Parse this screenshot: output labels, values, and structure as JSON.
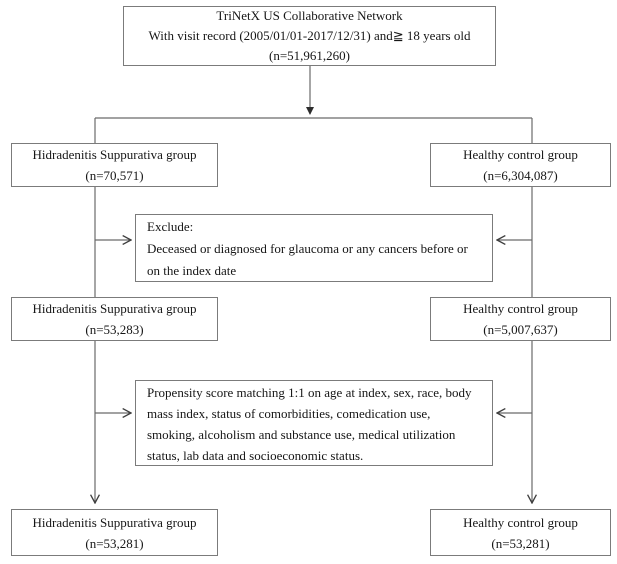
{
  "colors": {
    "box_border": "#7b7b7b",
    "connector_line": "#6a6a6a",
    "arrowhead": "#2d2d2d",
    "text": "#161616",
    "background": "#ffffff"
  },
  "flowchart": {
    "source": {
      "line1": "TriNetX US Collaborative Network",
      "line2": "With visit record (2005/01/01-2017/12/31) and≧ 18 years old",
      "line3": "(n=51,961,260)"
    },
    "hs_all": {
      "title": "Hidradenitis Suppurativa group",
      "count": "(n=70,571)"
    },
    "hc_all": {
      "title": "Healthy control group",
      "count": "(n=6,304,087)"
    },
    "exclusion": {
      "line1": "Exclude:",
      "line2": "Deceased or diagnosed for glaucoma or any cancers before or",
      "line3": "on the index date"
    },
    "hs_eligible": {
      "title": "Hidradenitis Suppurativa group",
      "count": "(n=53,283)"
    },
    "hc_eligible": {
      "title": "Healthy control group",
      "count": "(n=5,007,637)"
    },
    "matching": {
      "line1": "Propensity score matching 1:1 on age at index, sex, race, body",
      "line2": "mass index, status of comorbidities, comedication use,",
      "line3": "smoking, alcoholism and substance use, medical utilization",
      "line4": "status, lab data and socioeconomic status."
    },
    "hs_matched": {
      "title": "Hidradenitis Suppurativa group",
      "count": "(n=53,281)"
    },
    "hc_matched": {
      "title": "Healthy control group",
      "count": "(n=53,281)"
    }
  }
}
